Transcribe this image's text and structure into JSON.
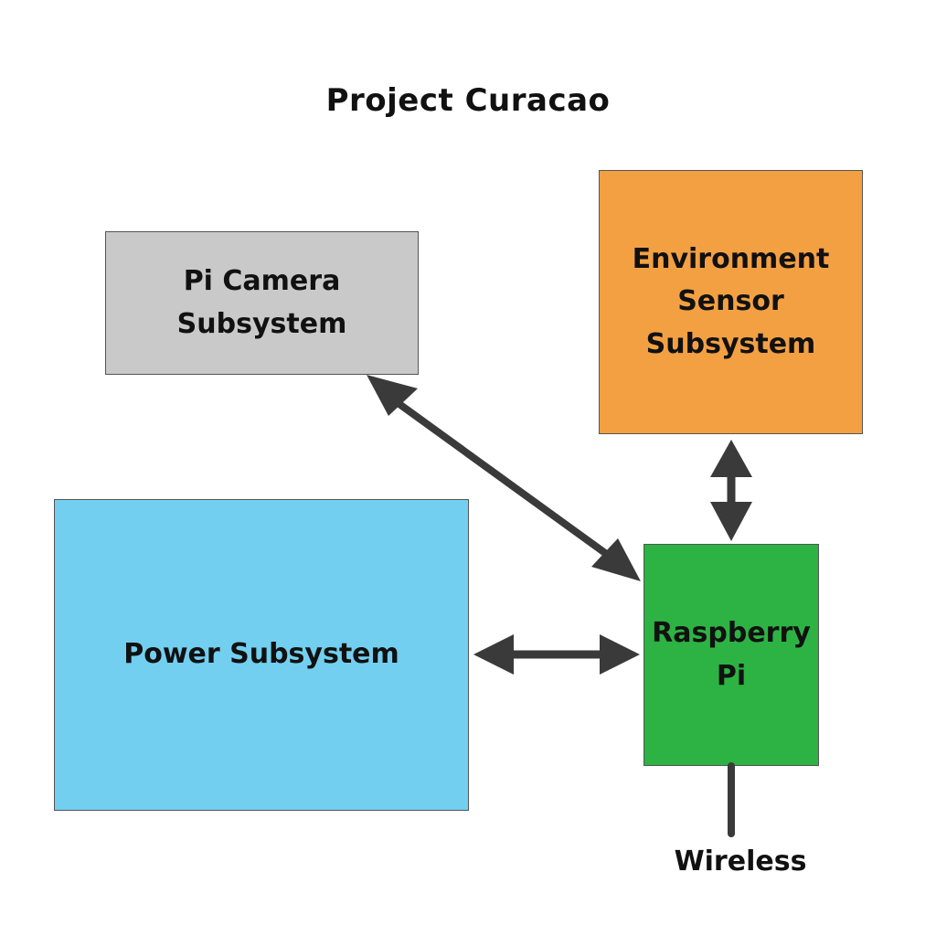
{
  "title": "Project Curacao",
  "colors": {
    "camera": "#c9c9c9",
    "environment": "#f3a043",
    "power": "#72cff0",
    "raspberry_pi": "#2db343",
    "arrow": "#3a3a3a"
  },
  "nodes": {
    "camera": {
      "lines": [
        "Pi Camera",
        "Subsystem"
      ]
    },
    "environment": {
      "lines": [
        "Environment",
        "Sensor",
        "Subsystem"
      ]
    },
    "power": {
      "lines": [
        "Power Subsystem"
      ]
    },
    "raspberry_pi": {
      "lines": [
        "Raspberry",
        "Pi"
      ]
    }
  },
  "wireless_label": "Wireless"
}
